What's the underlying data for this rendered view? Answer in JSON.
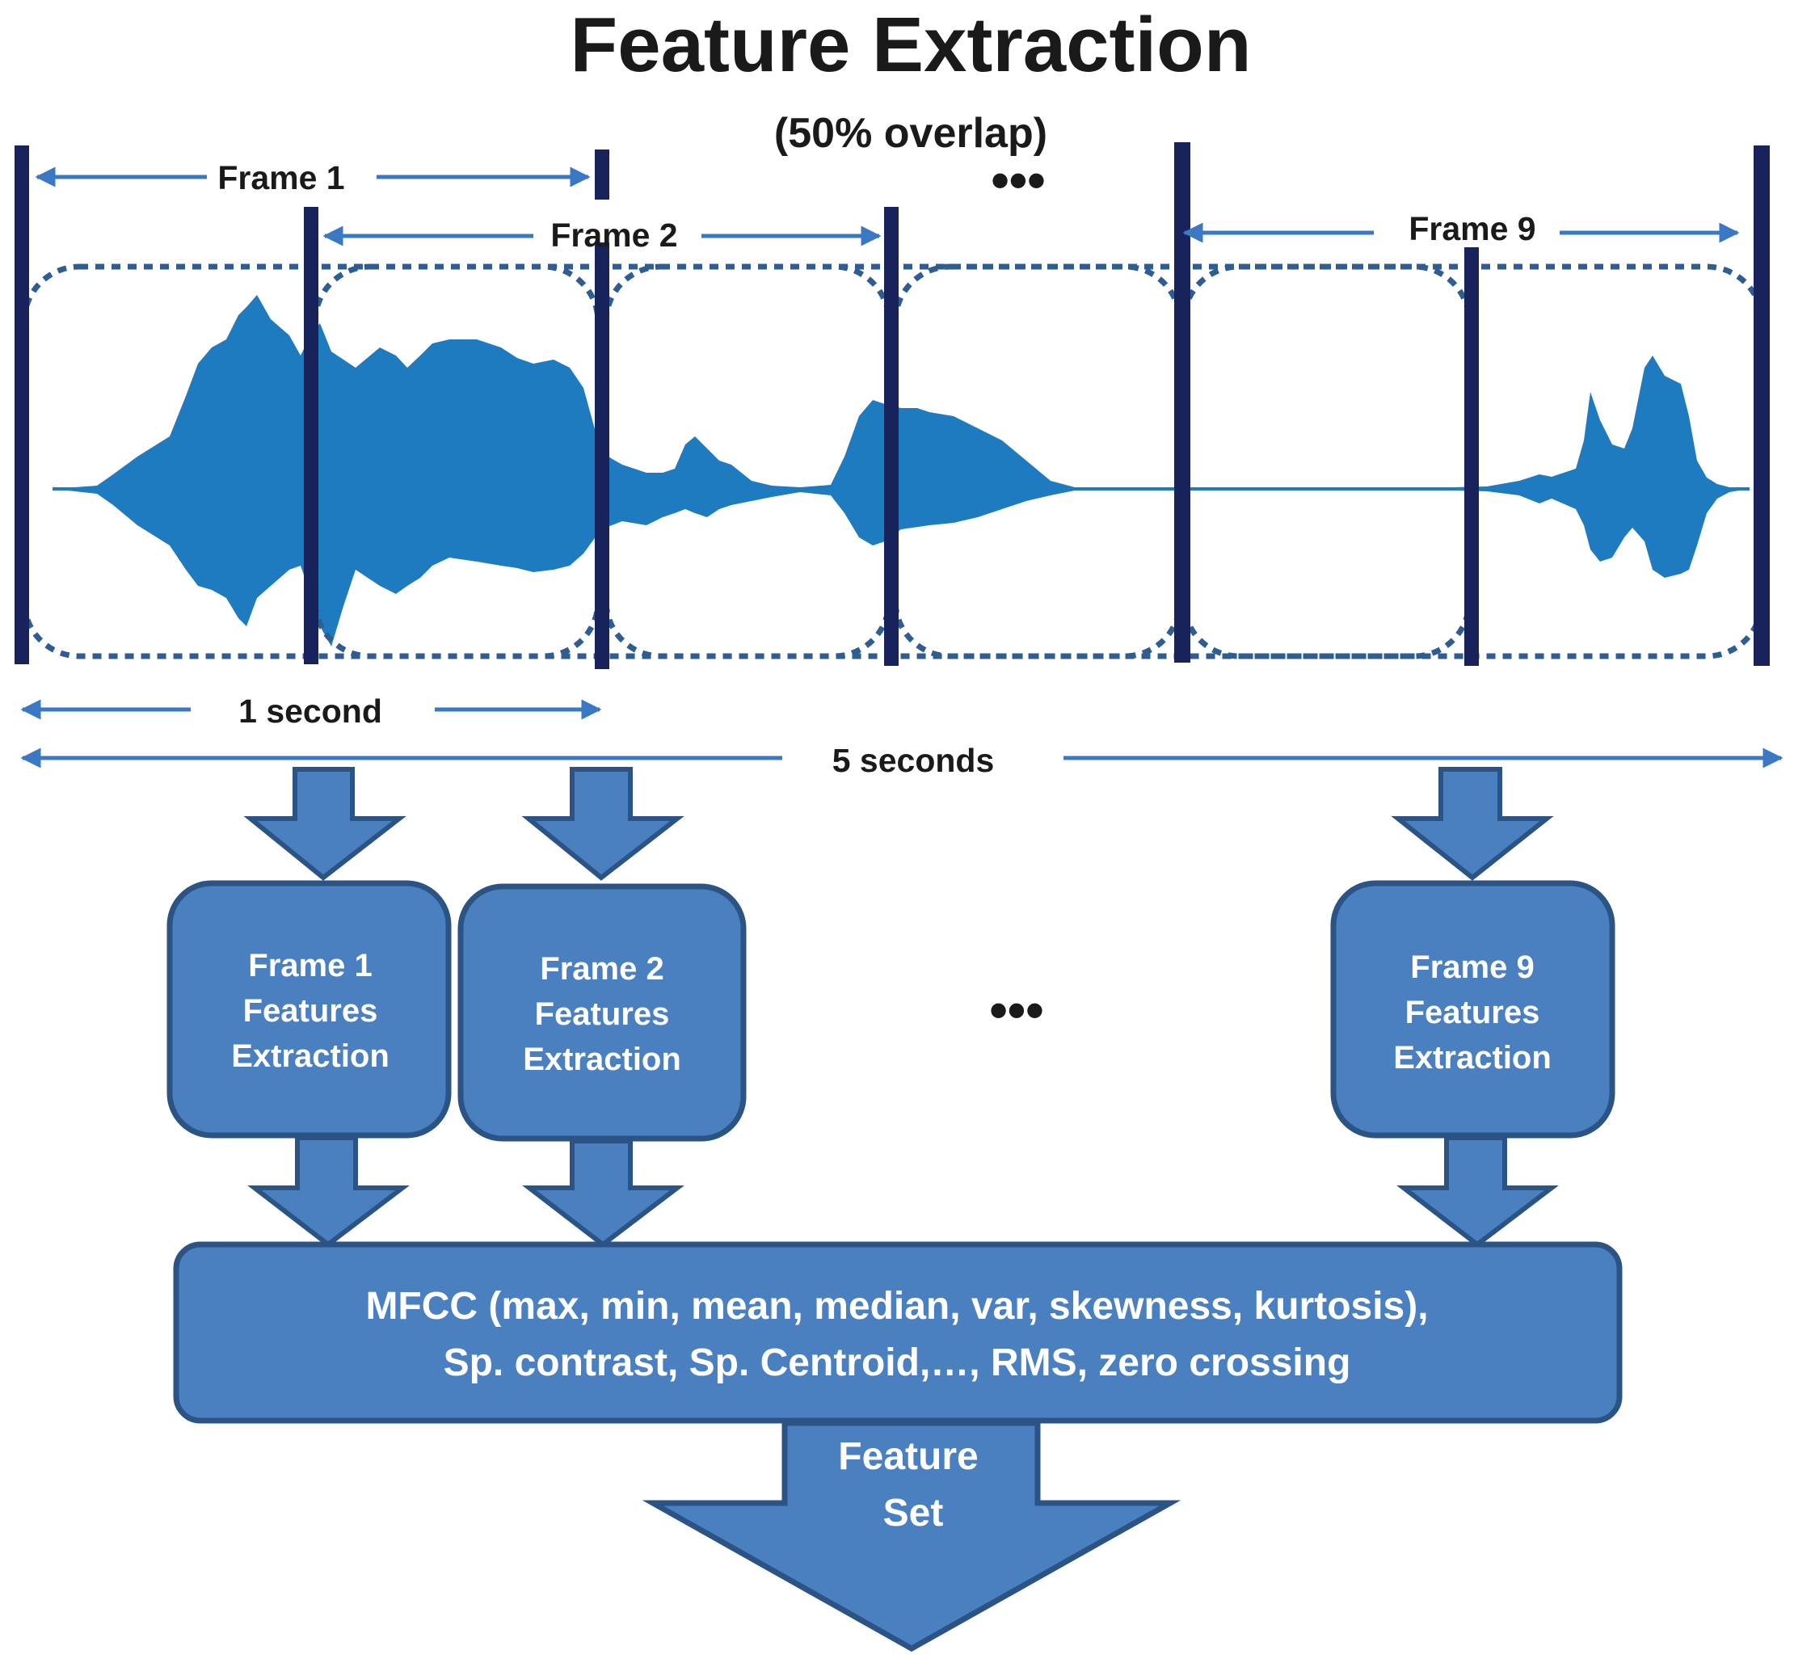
{
  "title": "Feature Extraction",
  "subtitle": "(50% overlap)",
  "top_ellipsis": "•••",
  "frame_spans": [
    {
      "label": "Frame 1"
    },
    {
      "label": "Frame 2"
    },
    {
      "label": "Frame 9"
    }
  ],
  "durations": {
    "one_second": "1 second",
    "five_seconds": "5 seconds"
  },
  "feature_boxes": [
    {
      "lines": [
        "Frame 1",
        "Features",
        "Extraction"
      ]
    },
    {
      "lines": [
        "Frame 2",
        "Features",
        "Extraction"
      ]
    },
    {
      "lines": [
        "Frame 9",
        "Features",
        "Extraction"
      ]
    }
  ],
  "middle_ellipsis": "•••",
  "features_box": {
    "line1": "MFCC (max, min, mean, median, var, skewness, kurtosis),",
    "line2": "Sp. contrast, Sp. Centroid,…, RMS, zero crossing"
  },
  "output": {
    "line1": "Feature",
    "line2": "Set"
  },
  "colors": {
    "waveform": "#1f7bc0",
    "frame_marker": "#17235a",
    "dotted_frame": "#2f5d91",
    "arrow_line": "#3b78c4",
    "block_fill": "#4a7fc0",
    "block_stroke": "#2b5384",
    "text_dark": "#1a1a1a",
    "text_light": "#ffffff"
  }
}
